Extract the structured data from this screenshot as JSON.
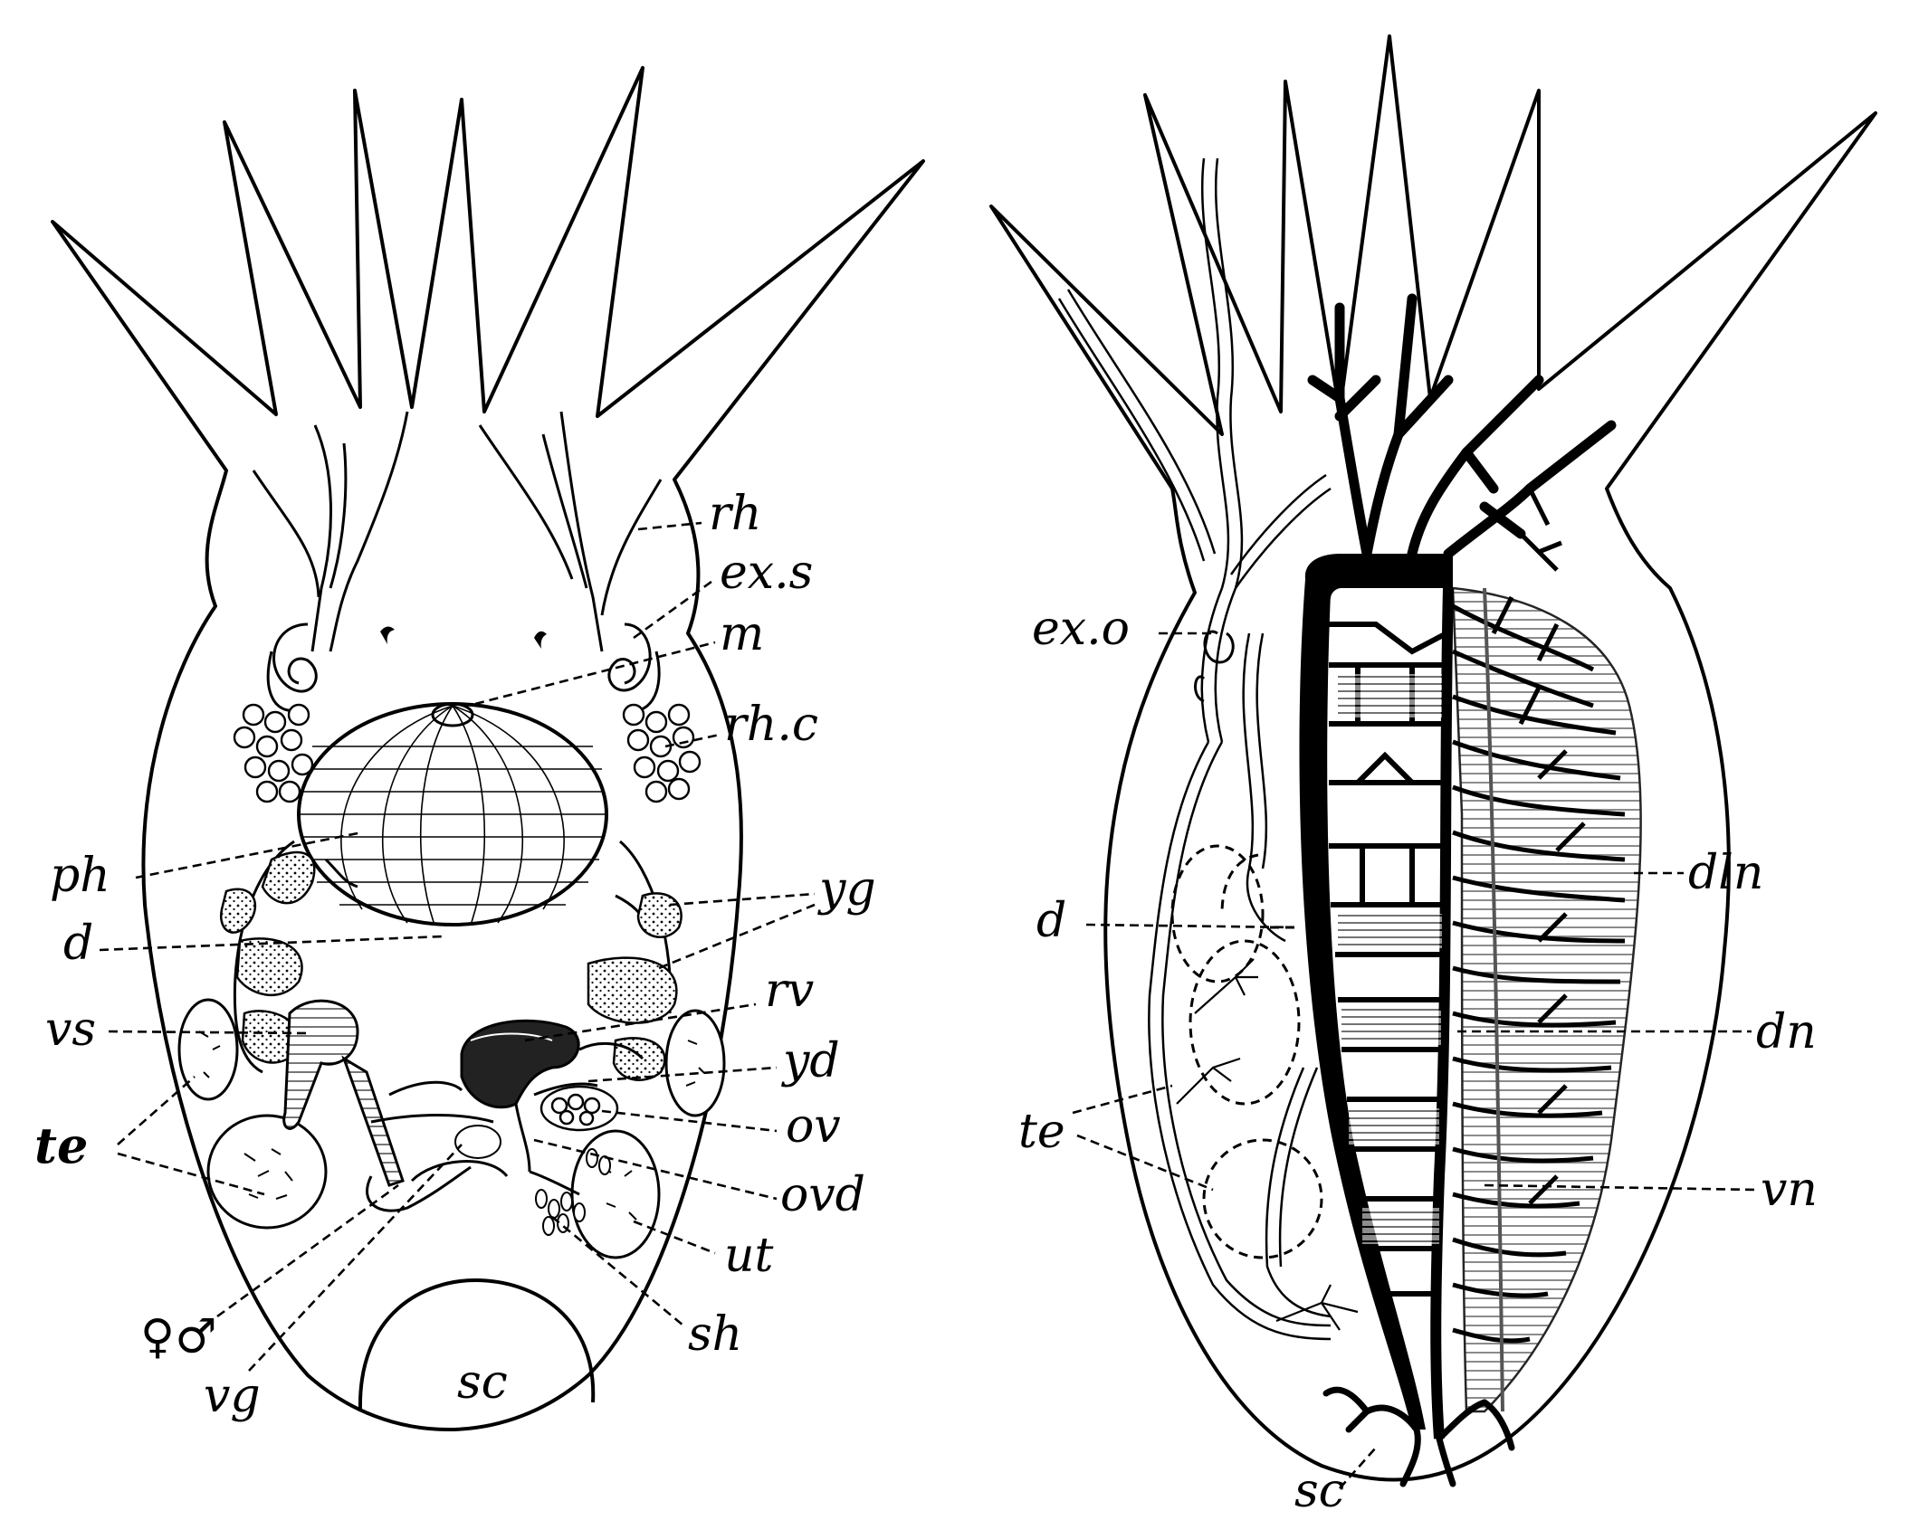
{
  "left_figure": {
    "labels": {
      "rh": "rh",
      "exs": "ex.s",
      "m": "m",
      "rhc": "rh.c",
      "ph": "ph",
      "yg": "yg",
      "d": "d",
      "rv": "rv",
      "vs": "vs",
      "yd": "yd",
      "te": "te",
      "ov": "ov",
      "ovd": "ovd",
      "ut": "ut",
      "sex": "♀♂",
      "sh": "sh",
      "vg": "vg",
      "sc": "sc"
    }
  },
  "right_figure": {
    "labels": {
      "exo": "ex.o",
      "dln": "dln",
      "d": "d",
      "dn": "dn",
      "te": "te",
      "vn": "vn",
      "sc": "sc"
    }
  }
}
